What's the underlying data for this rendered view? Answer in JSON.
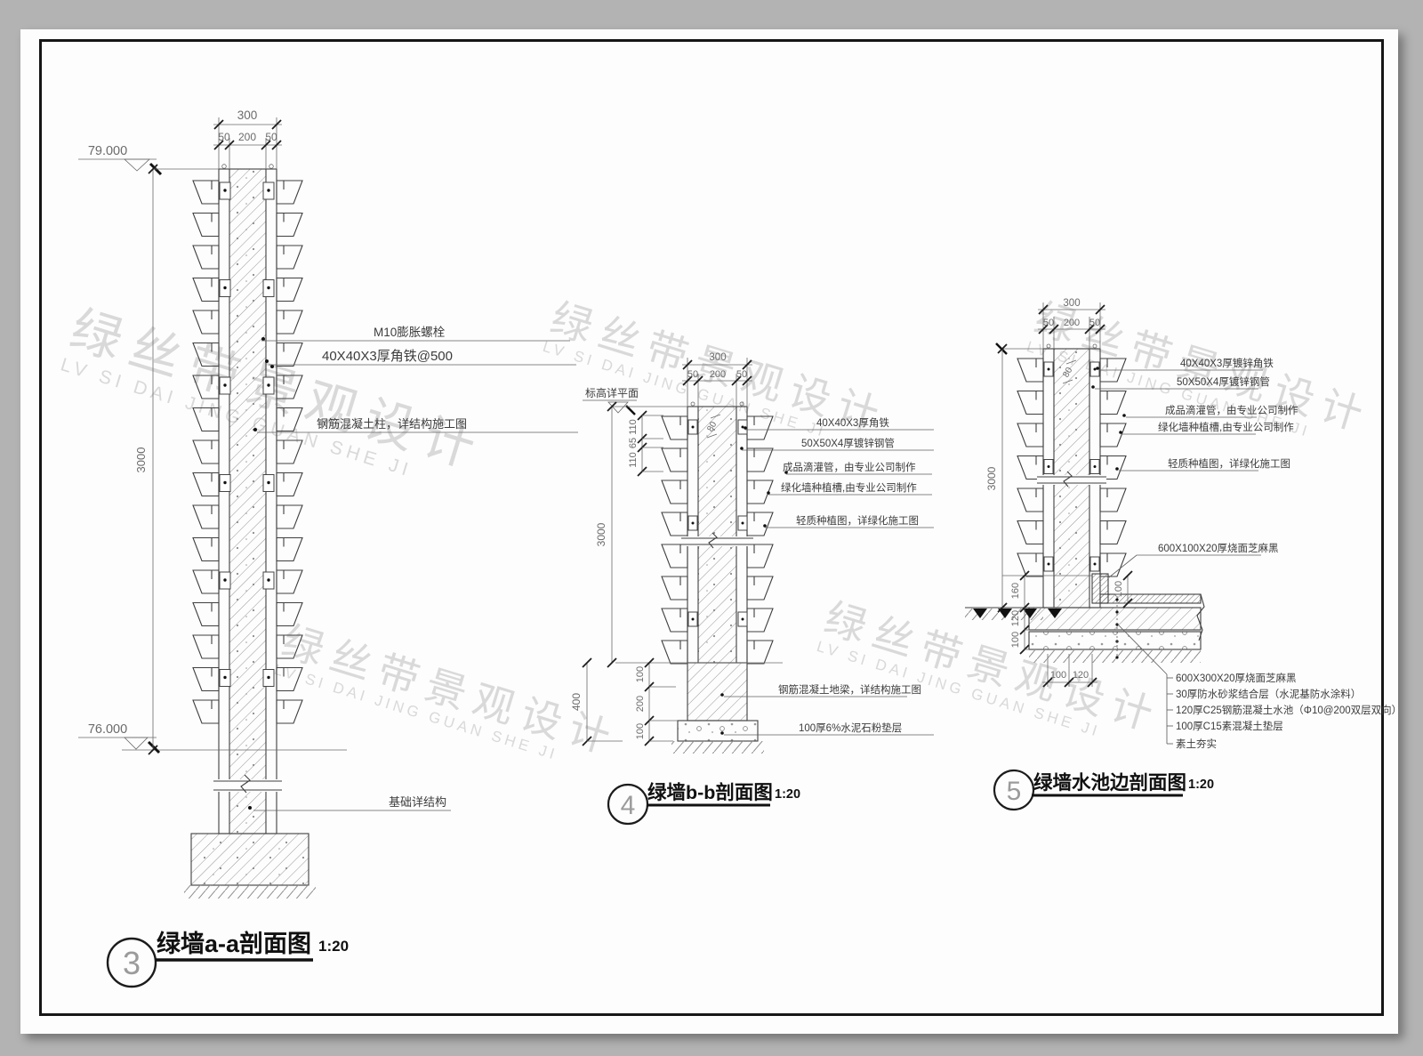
{
  "watermark": {
    "cn": "绿丝带景观设计",
    "en": "LV SI DAI JING GUAN SHE JI"
  },
  "d3": {
    "num": "3",
    "title": "绿墙a-a剖面图",
    "scale": "1:20",
    "elev_top": "79.000",
    "elev_bot": "76.000",
    "dim_total": "300",
    "dim_seg1": "50",
    "dim_seg2": "200",
    "dim_seg3": "50",
    "dim_height": "3000",
    "ann_bolt": "M10膨胀螺栓",
    "ann_angle": "40X40X3厚角铁@500",
    "ann_column": "钢筋混凝土柱，详结构施工图",
    "ann_found": "基础详结构"
  },
  "d4": {
    "num": "4",
    "title": "绿墙b-b剖面图",
    "scale": "1:20",
    "label_level": "标高详平面",
    "dim_total": "300",
    "dim_seg1": "50",
    "dim_seg2": "200",
    "dim_seg3": "50",
    "dim_height": "3000",
    "dim_inner": "80",
    "dim_v1": "110",
    "dim_v2": "65",
    "dim_v3": "110",
    "dim_b_total": "400",
    "dim_b1": "100",
    "dim_b2": "200",
    "dim_b3": "100",
    "ann1": "40X40X3厚角铁",
    "ann2": "50X50X4厚镀锌钢管",
    "ann3": "成品滴灌管，由专业公司制作",
    "ann4": "绿化墙种植槽,由专业公司制作",
    "ann5": "轻质种植图，详绿化施工图",
    "ann_beam": "钢筋混凝土地梁，详结构施工图",
    "ann_cushion": "100厚6%水泥石粉垫层"
  },
  "d5": {
    "num": "5",
    "title": "绿墙水池边剖面图",
    "scale": "1:20",
    "dim_total": "300",
    "dim_seg1": "50",
    "dim_seg2": "200",
    "dim_seg3": "50",
    "dim_height": "3000",
    "dim_inner": "80",
    "dim_v1": "160",
    "dim_v2": "120",
    "dim_v3": "100",
    "dim_pool": "100",
    "dim_b1": "100",
    "dim_b2": "120",
    "ann1": "40X40X3厚镀锌角铁",
    "ann2": "50X50X4厚镀锌钢管",
    "ann3": "成品滴灌管，由专业公司制作",
    "ann4": "绿化墙种植槽,由专业公司制作",
    "ann5": "轻质种植图，详绿化施工图",
    "ann_coping": "600X100X20厚烧面芝麻黑",
    "callouts": [
      "600X300X20厚烧面芝麻黑",
      "30厚防水砂浆结合层（水泥基防水涂料）",
      "120厚C25钢筋混凝土水池（Φ10@200双层双向）",
      "100厚C15素混凝土垫层",
      "素土夯实"
    ]
  }
}
